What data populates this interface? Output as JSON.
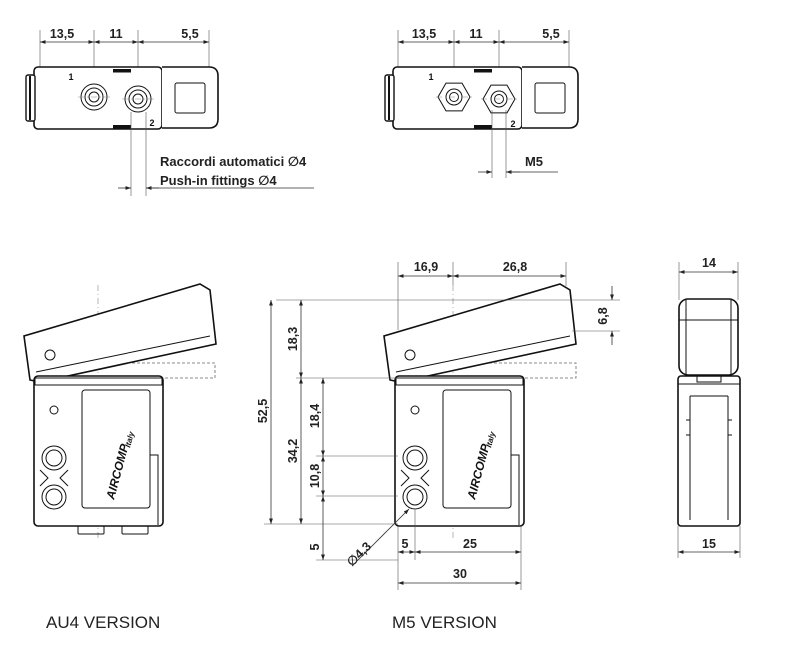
{
  "top_views": {
    "au4": {
      "dims": [
        "13,5",
        "11",
        "5,5"
      ],
      "port1": "1",
      "port2": "2",
      "note_it": "Raccordi automatici ∅4",
      "note_en": "Push-in fittings ∅4"
    },
    "m5": {
      "dims": [
        "13,5",
        "11",
        "5,5"
      ],
      "port1": "1",
      "port2": "2",
      "thread": "M5"
    }
  },
  "front_views": {
    "m5": {
      "top_dims": [
        "16,9",
        "26,8"
      ],
      "right_dim": "6,8",
      "left_dims": [
        "18,3",
        "52,5",
        "34,2",
        "18,4",
        "10,8",
        "5"
      ],
      "hole": "∅4,3",
      "bottom_dims": [
        "5",
        "25",
        "30"
      ]
    },
    "side": {
      "top_dim": "14",
      "bottom_dim": "15"
    }
  },
  "logo": {
    "brand": "AIRCOMP",
    "sub": "Italy"
  },
  "captions": {
    "au4": "AU4 VERSION",
    "m5": "M5 VERSION"
  }
}
